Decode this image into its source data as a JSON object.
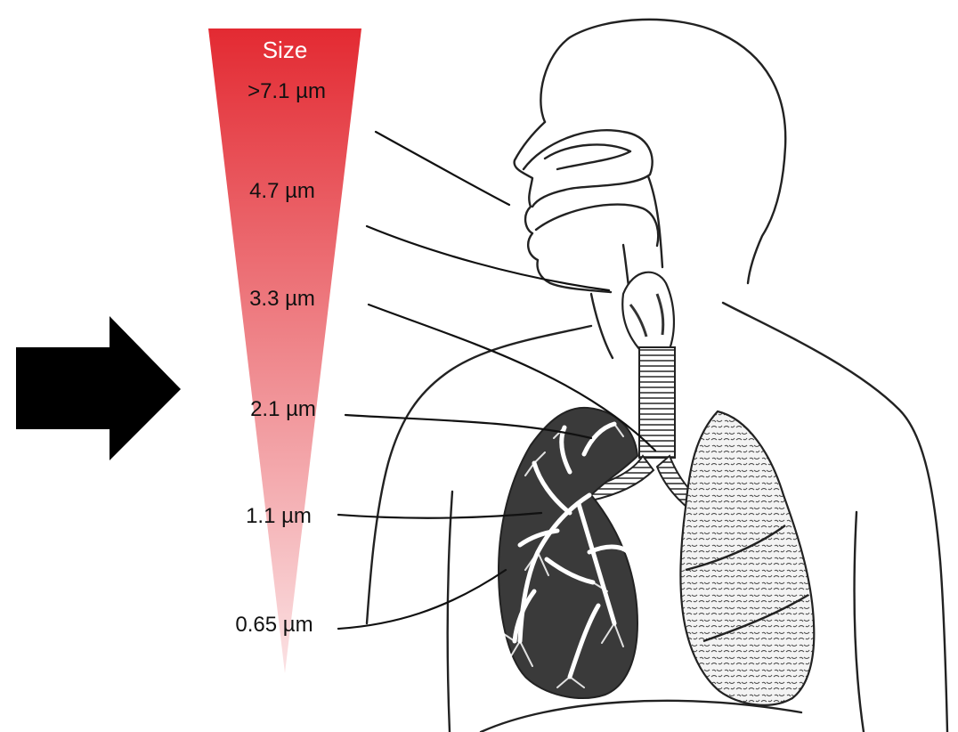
{
  "gradient": {
    "title": "Size",
    "top_color": "#e32a32",
    "bottom_color": "#fbe2e4"
  },
  "labels": [
    ">7.1 µm",
    "4.7 µm",
    "3.3 µm",
    "2.1 µm",
    "1.1 µm",
    "0.65 µm"
  ],
  "arrow": {
    "color": "#000000",
    "icon": "arrow-right-icon"
  },
  "figure": {
    "outline_color": "#222222",
    "lung_color": "#3a3a3a",
    "diaphragm_color": "#9a9a9a"
  }
}
